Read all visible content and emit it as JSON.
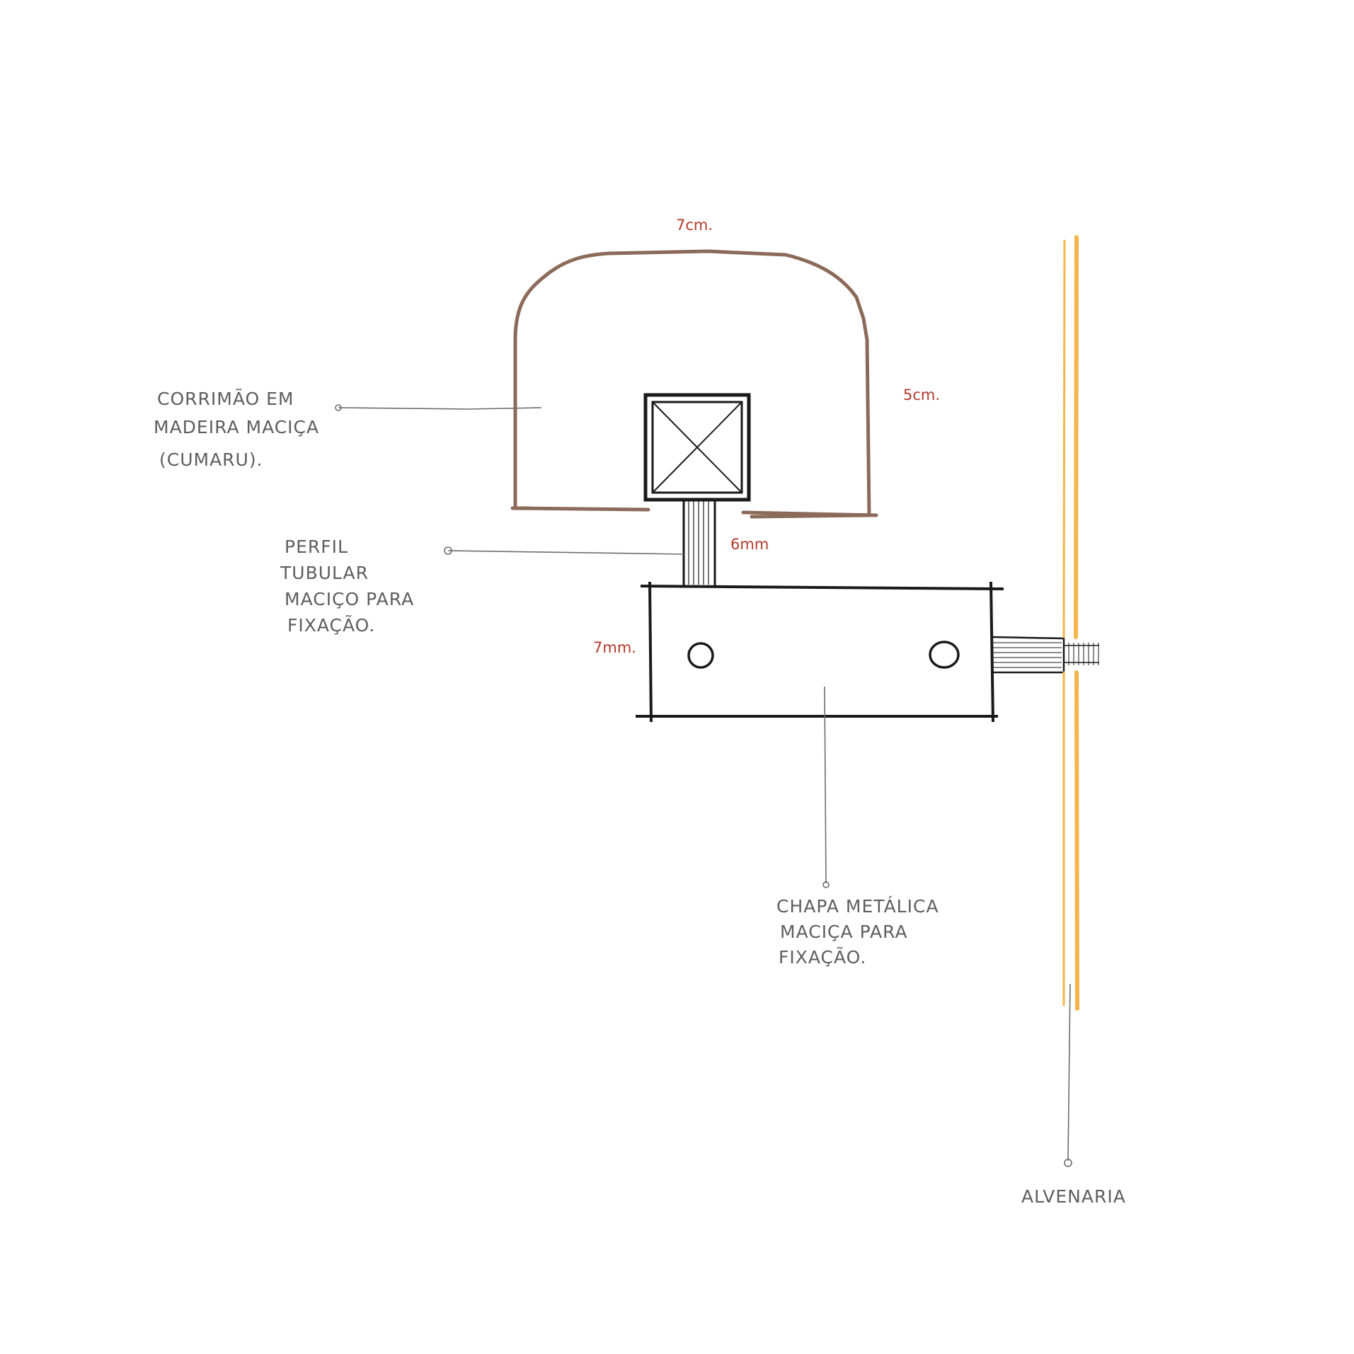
{
  "colors": {
    "handrail": "#8b6a5a",
    "metal": "#1a1a1a",
    "masonry": "#f5b54a",
    "leader": "#6d6d6d",
    "dimension": "#b23a2a",
    "note": "#5e5e5e"
  },
  "dimensions": {
    "handrail_width": "7cm.",
    "handrail_height": "5cm.",
    "profile_width": "6mm",
    "plate_thickness": "7mm."
  },
  "labels": {
    "handrail": [
      "CORRIMÃO EM",
      "MADEIRA MACIÇA",
      "(CUMARU)."
    ],
    "profile": [
      "PERFIL",
      "TUBULAR",
      "MACIÇO PARA",
      "FIXAÇÃO."
    ],
    "plate": [
      "CHAPA METÁLICA",
      "MACIÇA PARA",
      "FIXAÇÃO."
    ],
    "wall": [
      "ALVENARIA"
    ]
  }
}
